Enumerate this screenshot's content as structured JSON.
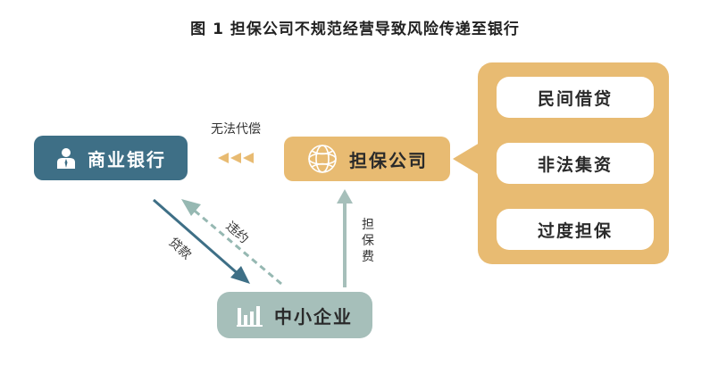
{
  "title": "图 1   担保公司不规范经营导致风险传递至银行",
  "nodes": {
    "bank": "商业银行",
    "guarantee": "担保公司",
    "sme": "中小企业"
  },
  "panel_items": [
    "民间借贷",
    "非法集资",
    "过度担保"
  ],
  "edges": {
    "no_compensation": "无法代偿",
    "loan": "贷款",
    "default": "违约",
    "guarantee_fee": "担保费"
  },
  "icons": {
    "bank": "person-icon",
    "guarantee": "globe-icon",
    "sme": "bar-chart-icon"
  },
  "colors": {
    "bank": "#3e6f86",
    "guarantee": "#e8bb72",
    "sme": "#a6bfba",
    "dashed_arrow": "#96b8b2"
  }
}
